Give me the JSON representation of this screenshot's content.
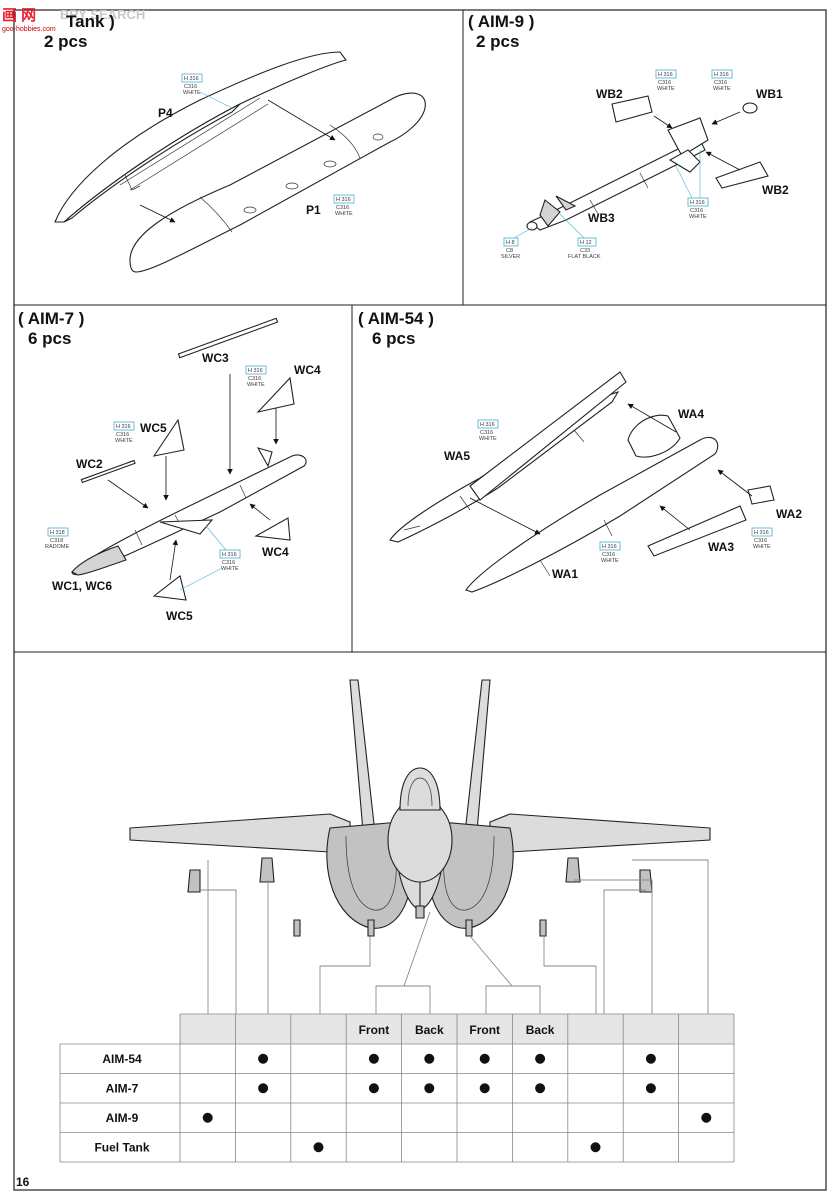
{
  "watermark": {
    "cn": "画 网",
    "latin": "ВRY SEARCH",
    "url": "goo-hobbies.com"
  },
  "page_number": "16",
  "sections": {
    "fuel_tank": {
      "title": "Tank )",
      "qty": "2 pcs",
      "labels": {
        "p4": "P4",
        "p1": "P1"
      }
    },
    "aim9": {
      "title": "( AIM-9 )",
      "qty": "2 pcs",
      "labels": {
        "wb1": "WB1",
        "wb2a": "WB2",
        "wb2b": "WB2",
        "wb3": "WB3"
      }
    },
    "aim7": {
      "title": "( AIM-7 )",
      "qty": "6 pcs",
      "labels": {
        "wc3": "WC3",
        "wc4a": "WC4",
        "wc5a": "WC5",
        "wc2": "WC2",
        "wc1": "WC1, WC6",
        "wc4b": "WC4",
        "wc5b": "WC5"
      }
    },
    "aim54": {
      "title": "( AIM-54 )",
      "qty": "6 pcs",
      "labels": {
        "wa4": "WA4",
        "wa5": "WA5",
        "wa2": "WA2",
        "wa3": "WA3",
        "wa1": "WA1"
      }
    }
  },
  "paint": {
    "white": {
      "h": "H 316",
      "c": "C316",
      "name": "WHITE"
    },
    "radome": {
      "h": "H 318",
      "c": "C318",
      "name": "RADOME"
    },
    "silver": {
      "h": "H 8",
      "c": "C8",
      "name": "SILVER"
    },
    "flat_black": {
      "h": "H 12",
      "c": "C33",
      "name": "FLAT BLACK"
    }
  },
  "table": {
    "headers": [
      "",
      "",
      "",
      "Front",
      "Back",
      "Front",
      "Back",
      "",
      "",
      ""
    ],
    "rows": [
      {
        "label": "AIM-54",
        "marks": [
          false,
          true,
          false,
          true,
          true,
          true,
          true,
          false,
          true,
          false
        ]
      },
      {
        "label": "AIM-7",
        "marks": [
          false,
          true,
          false,
          true,
          true,
          true,
          true,
          false,
          true,
          false
        ]
      },
      {
        "label": "AIM-9",
        "marks": [
          true,
          false,
          false,
          false,
          false,
          false,
          false,
          false,
          false,
          true
        ]
      },
      {
        "label": "Fuel Tank",
        "marks": [
          false,
          false,
          true,
          false,
          false,
          false,
          false,
          true,
          false,
          false
        ]
      }
    ]
  },
  "colors": {
    "callout_border": "#2aa6c9",
    "aircraft_gray": "#dcdcdc",
    "header_gray": "#e6e6e6"
  }
}
